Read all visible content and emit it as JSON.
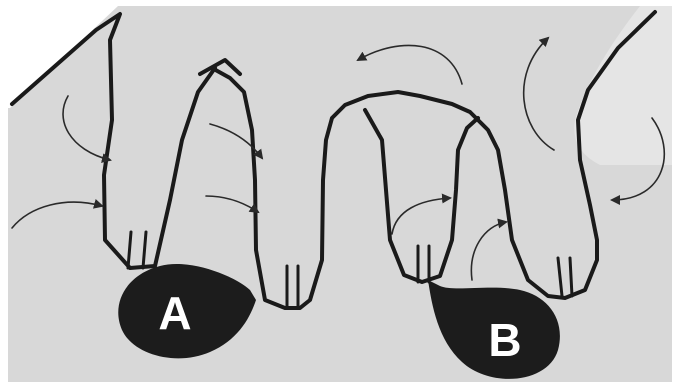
{
  "diagram": {
    "colors": {
      "background": "#ffffff",
      "panel": "#d8d8d8",
      "outline": "#1a1a1a",
      "arrow": "#2a2a2a",
      "label_text": "#ffffff"
    },
    "blobs": [
      {
        "id": "a",
        "label": "A"
      },
      {
        "id": "b",
        "label": "B"
      }
    ],
    "arrows": [
      {
        "id": "1"
      },
      {
        "id": "2"
      },
      {
        "id": "3"
      },
      {
        "id": "4"
      },
      {
        "id": "5"
      },
      {
        "id": "6"
      },
      {
        "id": "7"
      },
      {
        "id": "8"
      },
      {
        "id": "9"
      },
      {
        "id": "10"
      }
    ]
  }
}
